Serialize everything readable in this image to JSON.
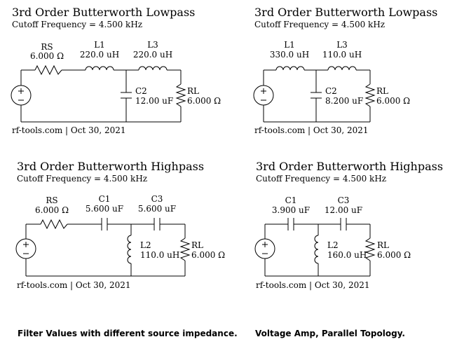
{
  "panels": [
    {
      "title": "3rd Order Butterworth Lowpass",
      "subtitle": "Cutoff Frequency = 4.500 kHz",
      "series1": {
        "name": "RS",
        "value": "6.000 Ω"
      },
      "series2": {
        "name": "L1",
        "value": "220.0 uH"
      },
      "series3": {
        "name": "L3",
        "value": "220.0 uH"
      },
      "shunt": {
        "name": "C2",
        "value": "12.00 uF"
      },
      "load": {
        "name": "RL",
        "value": "6.000 Ω"
      },
      "footer": "rf-tools.com | Oct 30, 2021"
    },
    {
      "title": "3rd Order Butterworth Lowpass",
      "subtitle": "Cutoff Frequency = 4.500 kHz",
      "series1": {
        "name": "L1",
        "value": "330.0 uH"
      },
      "series2": {
        "name": "L3",
        "value": "110.0 uH"
      },
      "shunt": {
        "name": "C2",
        "value": "8.200 uF"
      },
      "load": {
        "name": "RL",
        "value": "6.000 Ω"
      },
      "footer": "rf-tools.com | Oct 30, 2021"
    },
    {
      "title": "3rd Order Butterworth Highpass",
      "subtitle": "Cutoff Frequency = 4.500 kHz",
      "series1": {
        "name": "RS",
        "value": "6.000 Ω"
      },
      "series2": {
        "name": "C1",
        "value": "5.600 uF"
      },
      "series3": {
        "name": "C3",
        "value": "5.600 uF"
      },
      "shunt": {
        "name": "L2",
        "value": "110.0 uH"
      },
      "load": {
        "name": "RL",
        "value": "6.000 Ω"
      },
      "footer": "rf-tools.com | Oct 30, 2021"
    },
    {
      "title": "3rd Order Butterworth Highpass",
      "subtitle": "Cutoff Frequency = 4.500 kHz",
      "series1": {
        "name": "C1",
        "value": "3.900 uF"
      },
      "series2": {
        "name": "C3",
        "value": "12.00 uF"
      },
      "shunt": {
        "name": "L2",
        "value": "160.0 uH"
      },
      "load": {
        "name": "RL",
        "value": "6.000 Ω"
      },
      "footer": "rf-tools.com | Oct 30, 2021"
    }
  ],
  "captions": {
    "left": "Filter Values with different source impedance.",
    "right": "Voltage Amp, Parallel Topology."
  }
}
